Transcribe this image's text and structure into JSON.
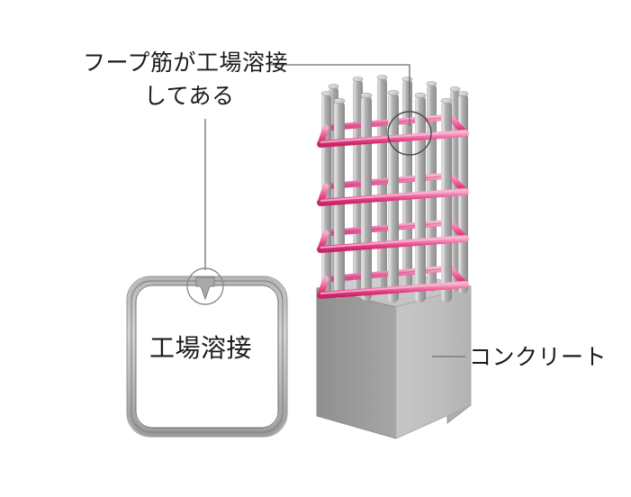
{
  "diagram": {
    "title_alt": "Reinforced concrete column with factory-welded hoop reinforcement",
    "background_color": "#ffffff",
    "labels": {
      "hoop_weld_line1": "フープ筋が工場溶接",
      "hoop_weld_line2": "してある",
      "detail_box_text": "工場溶接",
      "concrete": "コンクリート"
    },
    "colors": {
      "hoop_pink": "#EE4D8D",
      "hoop_pink_light": "#F9A8C8",
      "hoop_pink_dark": "#D62A70",
      "rebar_gray": "#A8A8A8",
      "rebar_gray_light": "#D6D6D6",
      "rebar_gray_dark": "#828282",
      "concrete_top": "#C9C9C9",
      "concrete_front": "#BFBFBF",
      "concrete_side": "#9A9A9A",
      "outline_gray": "#8A8A8A",
      "leader_line": "#6E6E6E",
      "text": "#1b1b1b"
    },
    "structure": {
      "hoop_levels": 4,
      "vertical_rebar_count": 12,
      "callout_circle_on_cage": true,
      "callout_circle_on_detail_box": true
    }
  }
}
